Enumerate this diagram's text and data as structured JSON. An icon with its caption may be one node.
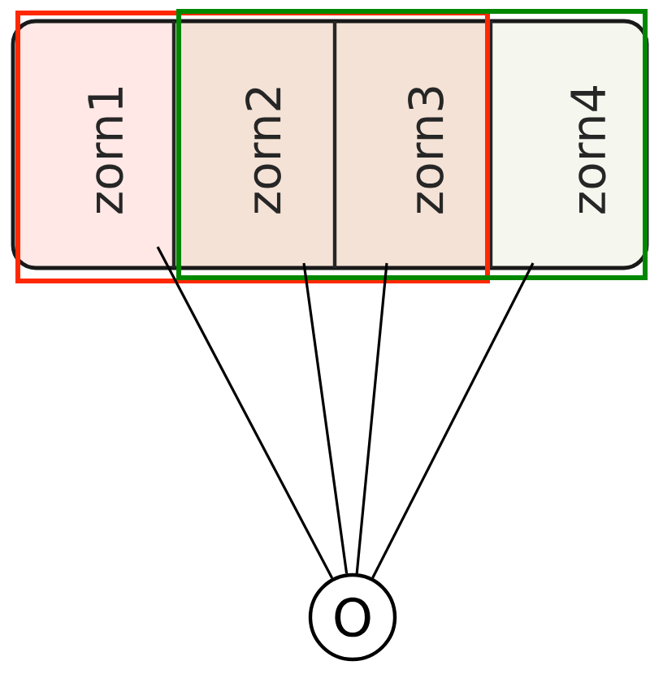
{
  "diagram": {
    "nodes": [
      {
        "text": [
          "zorn1"
        ]
      },
      {
        "text": [
          "zorn2"
        ]
      },
      {
        "text": [
          "zorn3"
        ]
      },
      {
        "text": [
          "zorn4"
        ]
      },
      {
        "text": [
          "O"
        ]
      }
    ],
    "edges": [
      {
        "from": 4,
        "to": 0,
        "arrow": "none"
      },
      {
        "from": 4,
        "to": 1,
        "arrow": "none"
      },
      {
        "from": 4,
        "to": 2,
        "arrow": "none"
      },
      {
        "from": 4,
        "to": 3,
        "arrow": "none"
      }
    ]
  }
}
